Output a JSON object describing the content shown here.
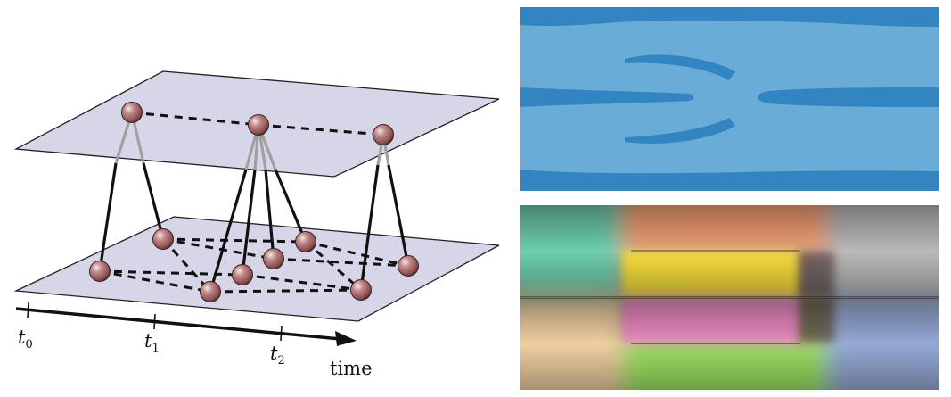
{
  "timeline": {
    "ticks": [
      {
        "base": "t",
        "sub": "0"
      },
      {
        "base": "t",
        "sub": "1"
      },
      {
        "base": "t",
        "sub": "2"
      }
    ],
    "axis_label": "time"
  },
  "colors": {
    "plane_fill": "#d6d6e8",
    "plane_stroke": "#222222",
    "node_fill": "#a8696a",
    "edge_color": "#111111",
    "cross_edge_light": "#a0a0a0",
    "stream_light": "#69acd7",
    "stream_dark": "#3385c2",
    "blur_colors": [
      "#6dcdae",
      "#f6a072",
      "#f9df3d",
      "#b9bab9",
      "#f0cfa0",
      "#ec8bc3",
      "#95a9d6",
      "#9ee562"
    ]
  }
}
